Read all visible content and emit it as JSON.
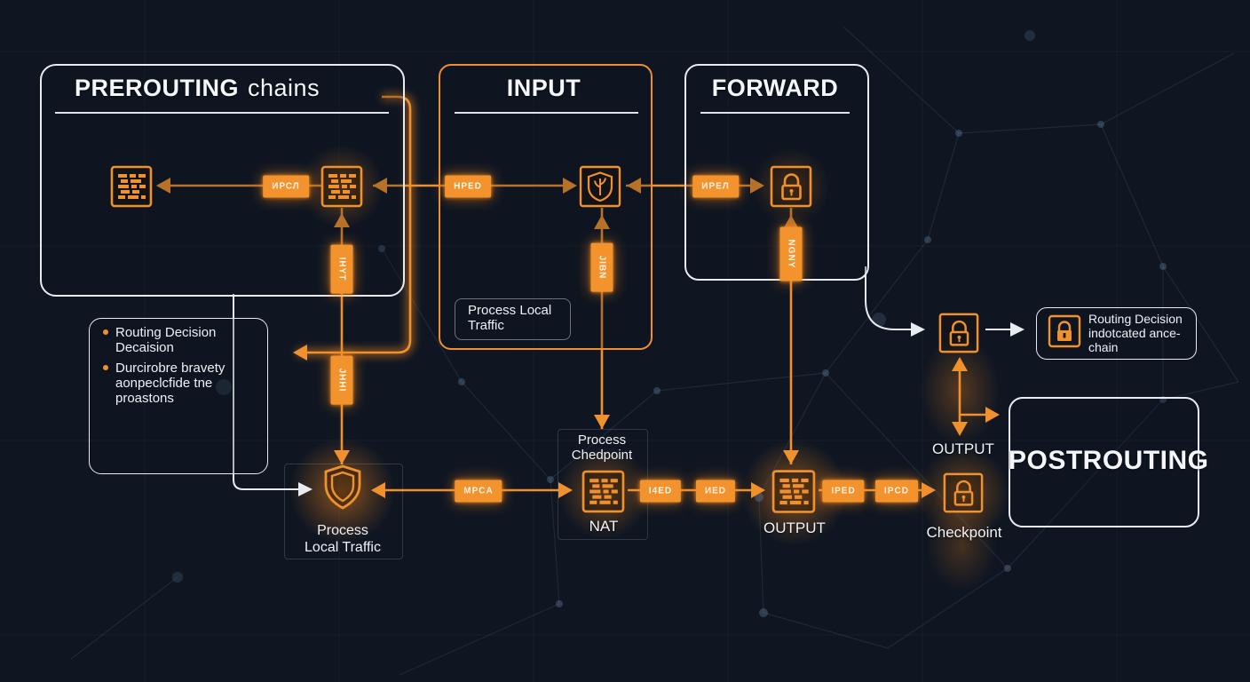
{
  "colors": {
    "background": "#0f1622",
    "accent_orange": "#f0912d",
    "line_white": "#e8ebf0"
  },
  "chains": {
    "prerouting": {
      "title": "PREROUTING",
      "subtitle": "chains"
    },
    "input": {
      "title": "INPUT"
    },
    "forward": {
      "title": "FORWARD"
    },
    "postrouting": {
      "title": "POSTROUTING"
    }
  },
  "notes": {
    "routing_decision": {
      "bullet1_line1": "Routing Decision",
      "bullet1_line2": "Decaision",
      "bullet2_line1": "Durcirobre bravety",
      "bullet2_line2": "aonpeclcfide tne",
      "bullet2_line3": "proastons"
    },
    "process_local_input": {
      "line1": "Process Local",
      "line2": "Traffic"
    },
    "process_checkpoint": {
      "line1": "Process",
      "line2": "Chedpoint"
    },
    "process_local_bottom": {
      "line1": "Process",
      "line2": "Local Traffic"
    },
    "routing_indicated": {
      "line1": "Routing Decision",
      "line2": "indotcated ance-",
      "line3": "chain"
    }
  },
  "labels": {
    "nat": "NAT",
    "output_top": "OUTPUT",
    "output_bottom": "OUTPUT",
    "checkpoint": "Checkpoint"
  },
  "badges": {
    "p1": "ИРСЛ",
    "p2": "HPED",
    "p3": "ИРЕЛ",
    "v1": "IHYT",
    "v2": "JHHI",
    "v3": "JIBN",
    "v4": "NGNY",
    "m1": "MPCA",
    "n1": "I4ED",
    "n2": "ИED",
    "o1": "IPED",
    "o2": "IPCD"
  }
}
